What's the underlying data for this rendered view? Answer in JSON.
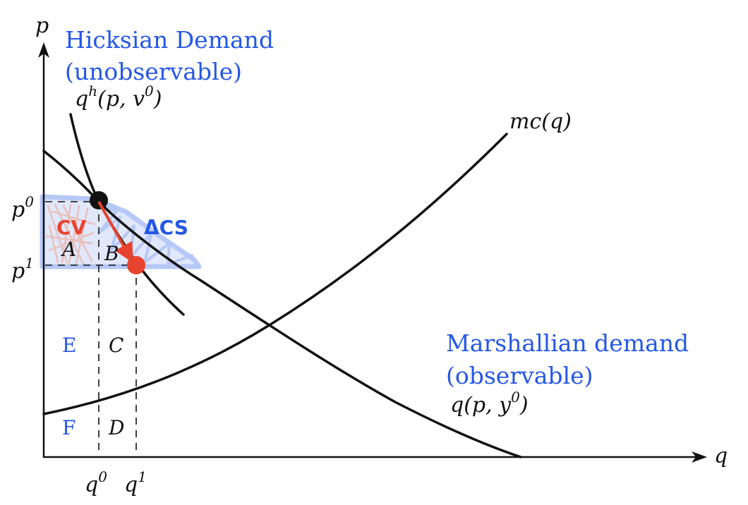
{
  "axes": {
    "y_label": "p",
    "x_label": "q"
  },
  "curves": {
    "hicksian": {
      "label_base": "q",
      "label_sup": "h",
      "label_args": "(p, v",
      "label_args_sup": "0",
      "label_close": ")"
    },
    "marshallian": {
      "label_base": "q(p, y",
      "label_sup": "0",
      "label_close": ")"
    },
    "mc": {
      "label": "mc(q)"
    }
  },
  "ticks": {
    "p0": {
      "base": "p",
      "sup": "0"
    },
    "p1": {
      "base": "p",
      "sup": "1"
    },
    "q0": {
      "base": "q",
      "sup": "0"
    },
    "q1": {
      "base": "q",
      "sup": "1"
    }
  },
  "regions": {
    "A": "A",
    "B": "B",
    "C": "C",
    "D": "D",
    "E": "E",
    "F": "F"
  },
  "annotations": {
    "hicksian_title": "Hicksian Demand",
    "hicksian_note": "(unobservable)",
    "marshallian_title": "Marshallian demand",
    "marshallian_note": "(observable)",
    "cv": "CV",
    "delta_cs": "ΔCS"
  },
  "colors": {
    "ink": "#111111",
    "annotation_blue": "#2457e6",
    "highlight_blue": "#7b9cf0",
    "cv_red": "#e8432e",
    "hatch_pink": "#f0a58f"
  }
}
